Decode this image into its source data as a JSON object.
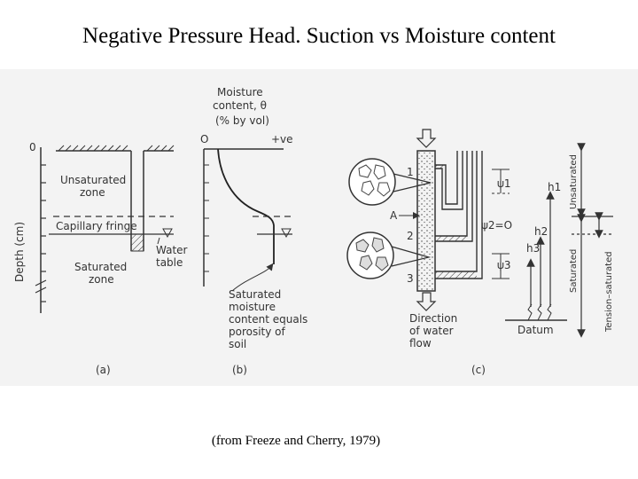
{
  "title": "Negative Pressure Head. Suction vs Moisture content",
  "caption": "(from Freeze and Cherry, 1979)",
  "figure": {
    "panel_a": {
      "label": "(a)",
      "y_axis_label": "Depth (cm)",
      "zero_label": "0",
      "unsaturated_zone": [
        "Unsaturated",
        "zone"
      ],
      "capillary_fringe": "Capillary fringe",
      "water_table": [
        "Water",
        "table"
      ],
      "saturated_zone": [
        "Saturated",
        "zone"
      ]
    },
    "panel_b": {
      "label": "(b)",
      "axis_title": [
        "Moisture",
        "content, θ",
        "(% by vol)"
      ],
      "origin_label": "O",
      "positive_label": "+ve",
      "annotation": [
        "Saturated",
        "moisture",
        "content equals",
        "porosity of",
        "soil"
      ]
    },
    "panel_c": {
      "label": "(c)",
      "point_labels": [
        "1",
        "2",
        "3"
      ],
      "point_a": "A",
      "psi_1": "ψ1",
      "psi_2": "ψ2=O",
      "psi_3": "ψ3",
      "h_1": "h1",
      "h_2": "h2",
      "h_3": "h3",
      "flow_label": [
        "Direction",
        "of water",
        "flow"
      ],
      "datum": "Datum",
      "unsaturated": "Unsaturated",
      "saturated": "Saturated",
      "tension_saturated": "Tension–saturated"
    }
  }
}
